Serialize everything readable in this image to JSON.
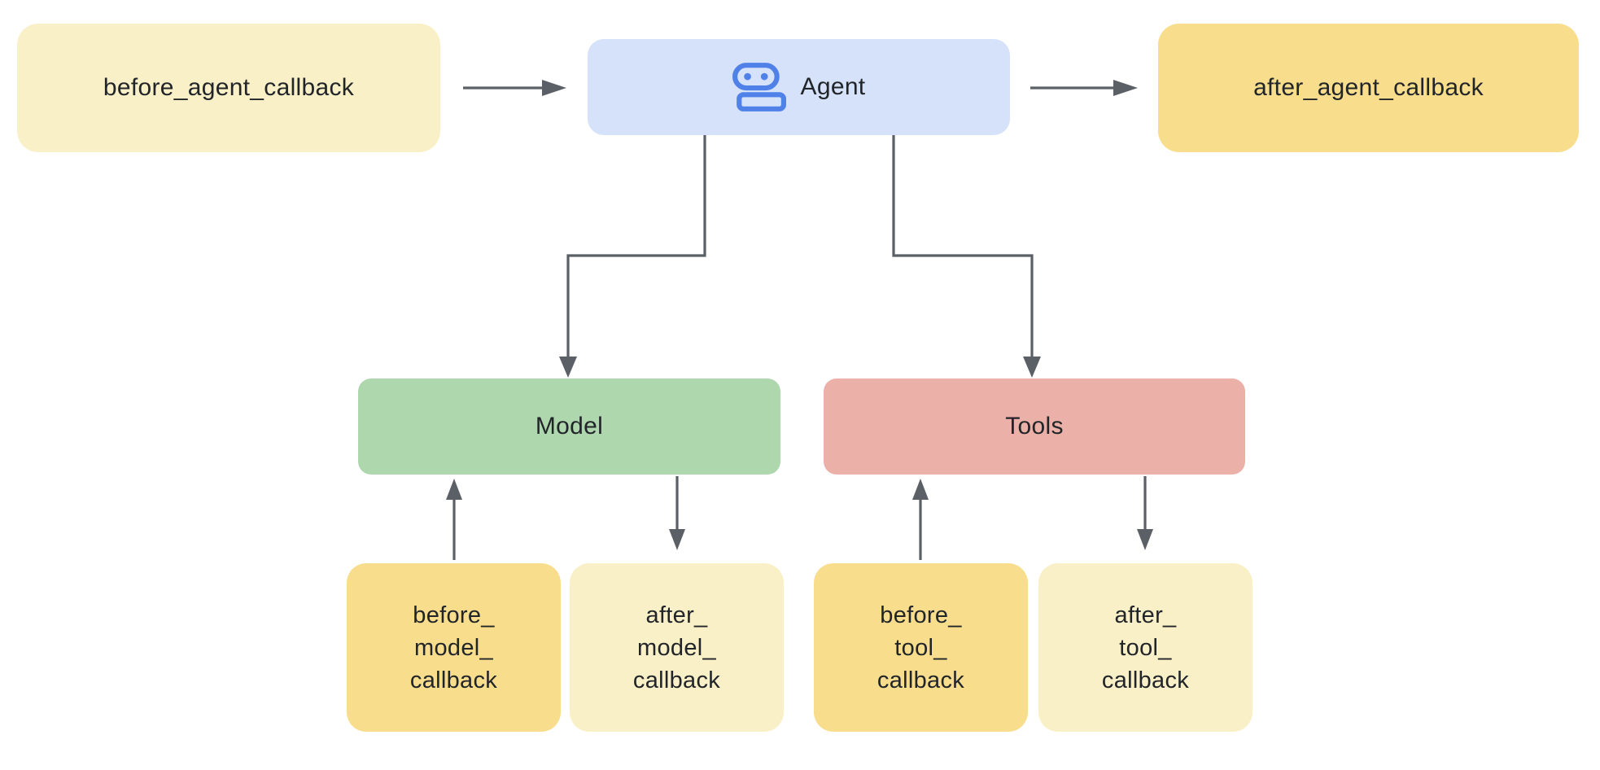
{
  "colors": {
    "background": "#ffffff",
    "cream": "#faf0c8",
    "gold": "#f8de8c",
    "blue": "#d6e2f9",
    "green": "#afd7ae",
    "salmon": "#ebb1a8",
    "line": "#5b5f66",
    "text": "#212529",
    "icon-blue": "#4f81e8"
  },
  "nodes": {
    "before_agent": {
      "label": "before_agent_callback"
    },
    "agent": {
      "label": "Agent",
      "icon": "robot-icon"
    },
    "after_agent": {
      "label": "after_agent_callback"
    },
    "model": {
      "label": "Model"
    },
    "tools": {
      "label": "Tools"
    },
    "before_model": {
      "lines": [
        "before_",
        "model_",
        "callback"
      ]
    },
    "after_model": {
      "lines": [
        "after_",
        "model_",
        "callback"
      ]
    },
    "before_tool": {
      "lines": [
        "before_",
        "tool_",
        "callback"
      ]
    },
    "after_tool": {
      "lines": [
        "after_",
        "tool_",
        "callback"
      ]
    }
  },
  "edges": [
    {
      "from": "before_agent_callback",
      "to": "Agent",
      "direction": "right"
    },
    {
      "from": "Agent",
      "to": "after_agent_callback",
      "direction": "right"
    },
    {
      "from": "Agent",
      "to": "Model",
      "direction": "down"
    },
    {
      "from": "Agent",
      "to": "Tools",
      "direction": "down"
    },
    {
      "from": "before_model_callback",
      "to": "Model",
      "direction": "up"
    },
    {
      "from": "Model",
      "to": "after_model_callback",
      "direction": "down"
    },
    {
      "from": "before_tool_callback",
      "to": "Tools",
      "direction": "up"
    },
    {
      "from": "Tools",
      "to": "after_tool_callback",
      "direction": "down"
    }
  ]
}
